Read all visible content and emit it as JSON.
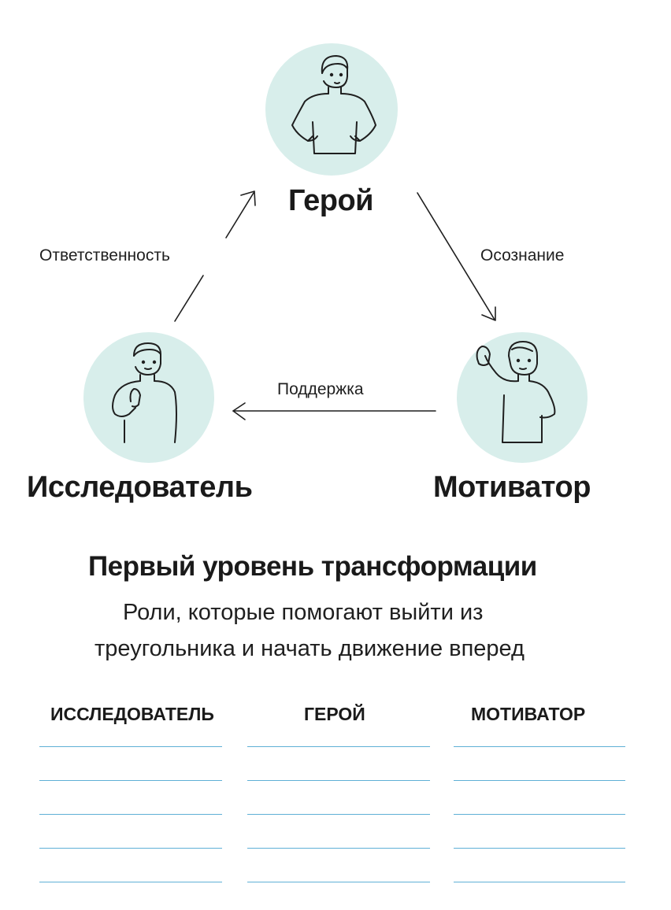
{
  "diagram": {
    "nodes": [
      {
        "id": "hero",
        "label": "Герой",
        "icon": "standing-person-icon"
      },
      {
        "id": "explorer",
        "label": "Исследователь",
        "icon": "thinking-person-icon"
      },
      {
        "id": "motivator",
        "label": "Мотиватор",
        "icon": "waving-person-icon"
      }
    ],
    "edges": [
      {
        "from": "explorer",
        "to": "hero",
        "label": "Ответственность"
      },
      {
        "from": "hero",
        "to": "motivator",
        "label": "Осознание"
      },
      {
        "from": "motivator",
        "to": "explorer",
        "label": "Поддержка"
      }
    ]
  },
  "section": {
    "title": "Первый уровень трансформации",
    "subtitle_line1": "Роли, которые помогают выйти из",
    "subtitle_line2": "треугольника и начать движение вперед"
  },
  "worksheet": {
    "columns": [
      "ИССЛЕДОВАТЕЛЬ",
      "ГЕРОЙ",
      "МОТИВАТОР"
    ],
    "rows_per_column": 5,
    "line_color": "#5fb0d6"
  },
  "colors": {
    "circle_fill": "#d8eeeb",
    "text": "#1a1a1a"
  }
}
